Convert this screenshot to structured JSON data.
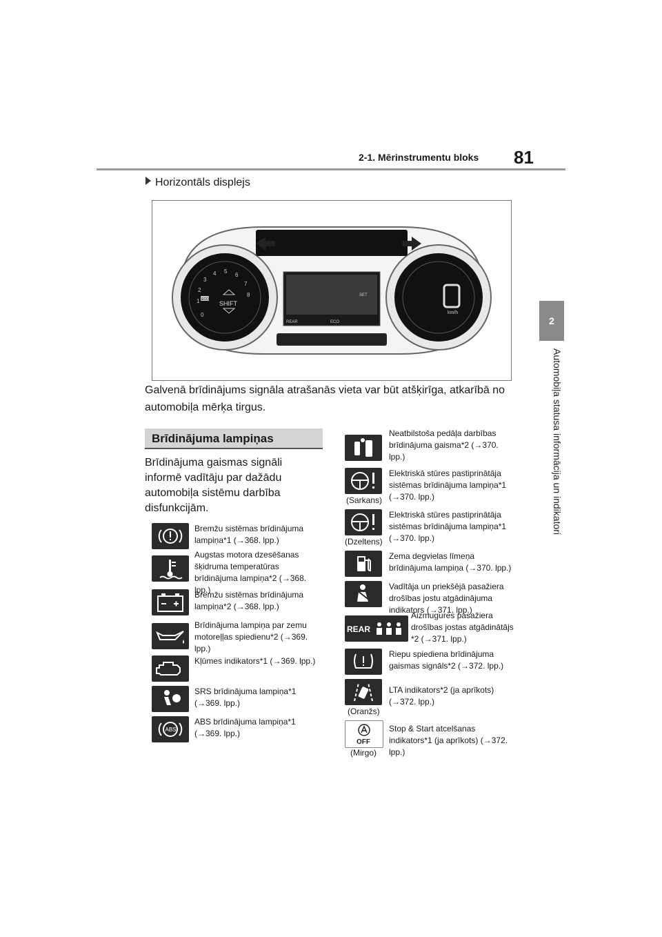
{
  "header": {
    "section": "2-1. Mērinstrumentu bloks",
    "page_number": "81"
  },
  "side_tab": {
    "number": "2",
    "text": "Automobiļa statusa informācija un indikatori"
  },
  "subheading": "Horizontāls displejs",
  "figure_caption": "Galvenā brīdinājums signāla atrašanās vieta var būt atšķirīga, atkarībā no automobiļa mērķa tirgus.",
  "warning_box": {
    "heading": "Brīdinājuma lampiņas",
    "intro": "Brīdinājuma gaismas signāli informē vadītāju par dažādu automobiļa sistēmu darbība disfunkcijām."
  },
  "dashboard": {
    "shift": "SHIFT",
    "eco": "ECO",
    "rear": "REAR",
    "set": "SET",
    "kmh": "km/h",
    "tach_ticks": [
      "0",
      "1",
      "2",
      "3",
      "4",
      "5",
      "6",
      "7",
      "8"
    ]
  },
  "left_items": [
    {
      "icon": "brake-warning-icon",
      "text": "Bremžu sistēmas brīdinājuma lampiņa*1 (→368. lpp.)"
    },
    {
      "icon": "coolant-temp-icon",
      "text": "Augstas motora dzesēšanas šķidruma temperatūras brīdinājuma lampiņa*2 (→368. lpp.)"
    },
    {
      "icon": "battery-icon",
      "text": "Bremžu sistēmas brīdinājuma lampiņa*2 (→368. lpp.)"
    },
    {
      "icon": "oil-pressure-icon",
      "text": "Brīdinājuma lampiņa par zemu motoreļļas spiedienu*2 (→369. lpp.)"
    },
    {
      "icon": "check-engine-icon",
      "text": "Kļūmes indikators*1 (→369. lpp.)"
    },
    {
      "icon": "srs-airbag-icon",
      "text": "SRS brīdinājuma lampiņa*1 (→369. lpp.)"
    },
    {
      "icon": "abs-icon",
      "text": "ABS brīdinājuma lampiņa*1 (→369. lpp.)"
    }
  ],
  "right_items": [
    {
      "icon": "pedal-misoperation-icon",
      "label": "",
      "text": "Neatbilstoša pedāļa darbības brīdinājuma gaisma*2 (→370. lpp.)"
    },
    {
      "icon": "steering-warning-icon",
      "label": "(Sarkans)",
      "text": "Elektriskā stūres pastiprinātāja sistēmas brīdinājuma lampiņa*1 (→370. lpp.)"
    },
    {
      "icon": "steering-warning-icon",
      "label": "(Dzeltens)",
      "text": "Elektriskā stūres pastiprinātāja sistēmas brīdinājuma lampiņa*1 (→370. lpp.)"
    },
    {
      "icon": "fuel-level-icon",
      "label": "",
      "text": "Zema degvielas līmeņa brīdinājuma lampiņa (→370. lpp.)"
    },
    {
      "icon": "seatbelt-reminder-icon",
      "label": "",
      "text": "Vadītāja un priekšējā pasažiera drošības jostu atgādinājuma indikators (→371. lpp.)"
    },
    {
      "icon": "rear-seatbelt-icon",
      "label": "",
      "icon_text": "REAR",
      "text": "Aizmugures pasažiera drošības jostas atgādinātājs *2 (→371. lpp.)"
    },
    {
      "icon": "tire-pressure-icon",
      "label": "",
      "text": "Riepu spiediena brīdinājuma gaismas signāls*2 (→372. lpp.)"
    },
    {
      "icon": "lta-icon",
      "label": "(Oranžs)",
      "text": "LTA indikators*2 (ja aprīkots) (→372. lpp.)"
    },
    {
      "icon": "stop-start-off-icon",
      "label": "(Mirgo)",
      "icon_text": "OFF",
      "text": "Stop & Start atcelšanas indikators*1 (ja aprīkots) (→372. lpp.)"
    }
  ]
}
